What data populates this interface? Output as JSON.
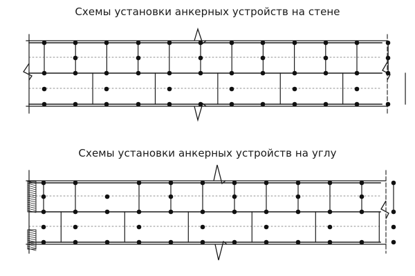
{
  "diagram": {
    "wall": {
      "title": "Схемы установки анкерных устройств на стене",
      "rows": [
        {
          "anchors": [
            {
              "c": 0,
              "f": 0
            },
            {
              "c": 1,
              "f": 0
            },
            {
              "c": 2,
              "f": 0
            },
            {
              "c": 3,
              "f": 0
            },
            {
              "c": 4,
              "f": 0
            },
            {
              "c": 5,
              "f": 0
            },
            {
              "c": 6,
              "f": 0
            },
            {
              "c": 7,
              "f": 0
            },
            {
              "c": 8,
              "f": 0
            },
            {
              "c": 9,
              "f": 0
            },
            {
              "c": 10,
              "f": 0
            },
            {
              "c": 11,
              "f": 0
            }
          ]
        },
        {
          "anchors": [
            {
              "c": 1,
              "f": 0.5
            },
            {
              "c": 3,
              "f": 0.5
            },
            {
              "c": 5,
              "f": 0.5
            },
            {
              "c": 7,
              "f": 0.5
            },
            {
              "c": 9,
              "f": 0.5
            },
            {
              "c": 11,
              "f": 0.5
            }
          ]
        },
        {
          "anchors": [
            {
              "c": 0,
              "f": 0
            },
            {
              "c": 1,
              "f": 0
            },
            {
              "c": 2,
              "f": 0
            },
            {
              "c": 3,
              "f": 0
            },
            {
              "c": 4,
              "f": 0
            },
            {
              "c": 5,
              "f": 0
            },
            {
              "c": 6,
              "f": 0
            },
            {
              "c": 7,
              "f": 0
            },
            {
              "c": 8,
              "f": 0
            },
            {
              "c": 9,
              "f": 0
            },
            {
              "c": 10,
              "f": 0
            },
            {
              "c": 11,
              "f": 0
            }
          ]
        },
        {
          "anchors": [
            {
              "c": 0,
              "f": 0.5
            },
            {
              "c": 2,
              "f": 0.5
            },
            {
              "c": 4,
              "f": 0.5
            },
            {
              "c": 6,
              "f": 0.5
            },
            {
              "c": 8,
              "f": 0.5
            },
            {
              "c": 10,
              "f": 0.5
            }
          ]
        },
        {
          "anchors": [
            {
              "c": 0,
              "f": 0
            },
            {
              "c": 1,
              "f": 0
            },
            {
              "c": 2,
              "f": 0
            },
            {
              "c": 3,
              "f": 0
            },
            {
              "c": 4,
              "f": 0
            },
            {
              "c": 5,
              "f": 0
            },
            {
              "c": 6,
              "f": 0
            },
            {
              "c": 7,
              "f": 0
            },
            {
              "c": 8,
              "f": 0
            },
            {
              "c": 9,
              "f": 0
            },
            {
              "c": 10,
              "f": 0
            },
            {
              "c": 11,
              "f": 0
            }
          ]
        }
      ]
    },
    "corner": {
      "title": "Схемы установки анкерных устройств на углу",
      "rows": [
        {
          "anchors": [
            {
              "c": 0,
              "f": 0
            },
            {
              "c": 1,
              "f": 0
            },
            {
              "c": 3,
              "f": 0
            },
            {
              "c": 4,
              "f": 0
            },
            {
              "c": 5,
              "f": 0
            },
            {
              "c": 6,
              "f": 0
            },
            {
              "c": 7,
              "f": 0
            },
            {
              "c": 8,
              "f": 0
            },
            {
              "c": 9,
              "f": 0
            },
            {
              "c": 10,
              "f": 0
            },
            {
              "c": 11,
              "f": 0
            }
          ]
        },
        {
          "anchors": [
            {
              "c": 0,
              "f": 0.5
            },
            {
              "c": 2,
              "f": 0.5
            },
            {
              "c": 4,
              "f": 0.5
            },
            {
              "c": 6,
              "f": 0.5
            },
            {
              "c": 8,
              "f": 0.5
            },
            {
              "c": 10,
              "f": 0.5
            }
          ]
        },
        {
          "anchors": [
            {
              "c": 0,
              "f": 0
            },
            {
              "c": 1,
              "f": 0
            },
            {
              "c": 2,
              "f": 0
            },
            {
              "c": 3,
              "f": 0
            },
            {
              "c": 4,
              "f": 0
            },
            {
              "c": 5,
              "f": 0
            },
            {
              "c": 6,
              "f": 0
            },
            {
              "c": 7,
              "f": 0
            },
            {
              "c": 8,
              "f": 0
            },
            {
              "c": 9,
              "f": 0
            },
            {
              "c": 10,
              "f": 0
            },
            {
              "c": 11,
              "f": 0
            }
          ]
        },
        {
          "anchors": [
            {
              "c": 0,
              "f": 0.5
            },
            {
              "c": 1,
              "f": 0.5
            },
            {
              "c": 3,
              "f": 0.5
            },
            {
              "c": 5,
              "f": 0.5
            },
            {
              "c": 7,
              "f": 0.5
            },
            {
              "c": 9,
              "f": 0.5
            },
            {
              "c": 11,
              "f": 0.5
            }
          ]
        },
        {
          "anchors": [
            {
              "c": 0,
              "f": 0
            },
            {
              "c": 1,
              "f": 0
            },
            {
              "c": 2,
              "f": 0
            },
            {
              "c": 3,
              "f": 0
            },
            {
              "c": 4,
              "f": 0
            },
            {
              "c": 5,
              "f": 0
            },
            {
              "c": 6,
              "f": 0
            },
            {
              "c": 7,
              "f": 0
            },
            {
              "c": 8,
              "f": 0
            },
            {
              "c": 9,
              "f": 0
            },
            {
              "c": 10,
              "f": 0
            },
            {
              "c": 11,
              "f": 0
            }
          ]
        }
      ]
    },
    "colors": {
      "line": "#1a1a1a",
      "anchor": "#111111",
      "hatch": "#222222"
    }
  }
}
